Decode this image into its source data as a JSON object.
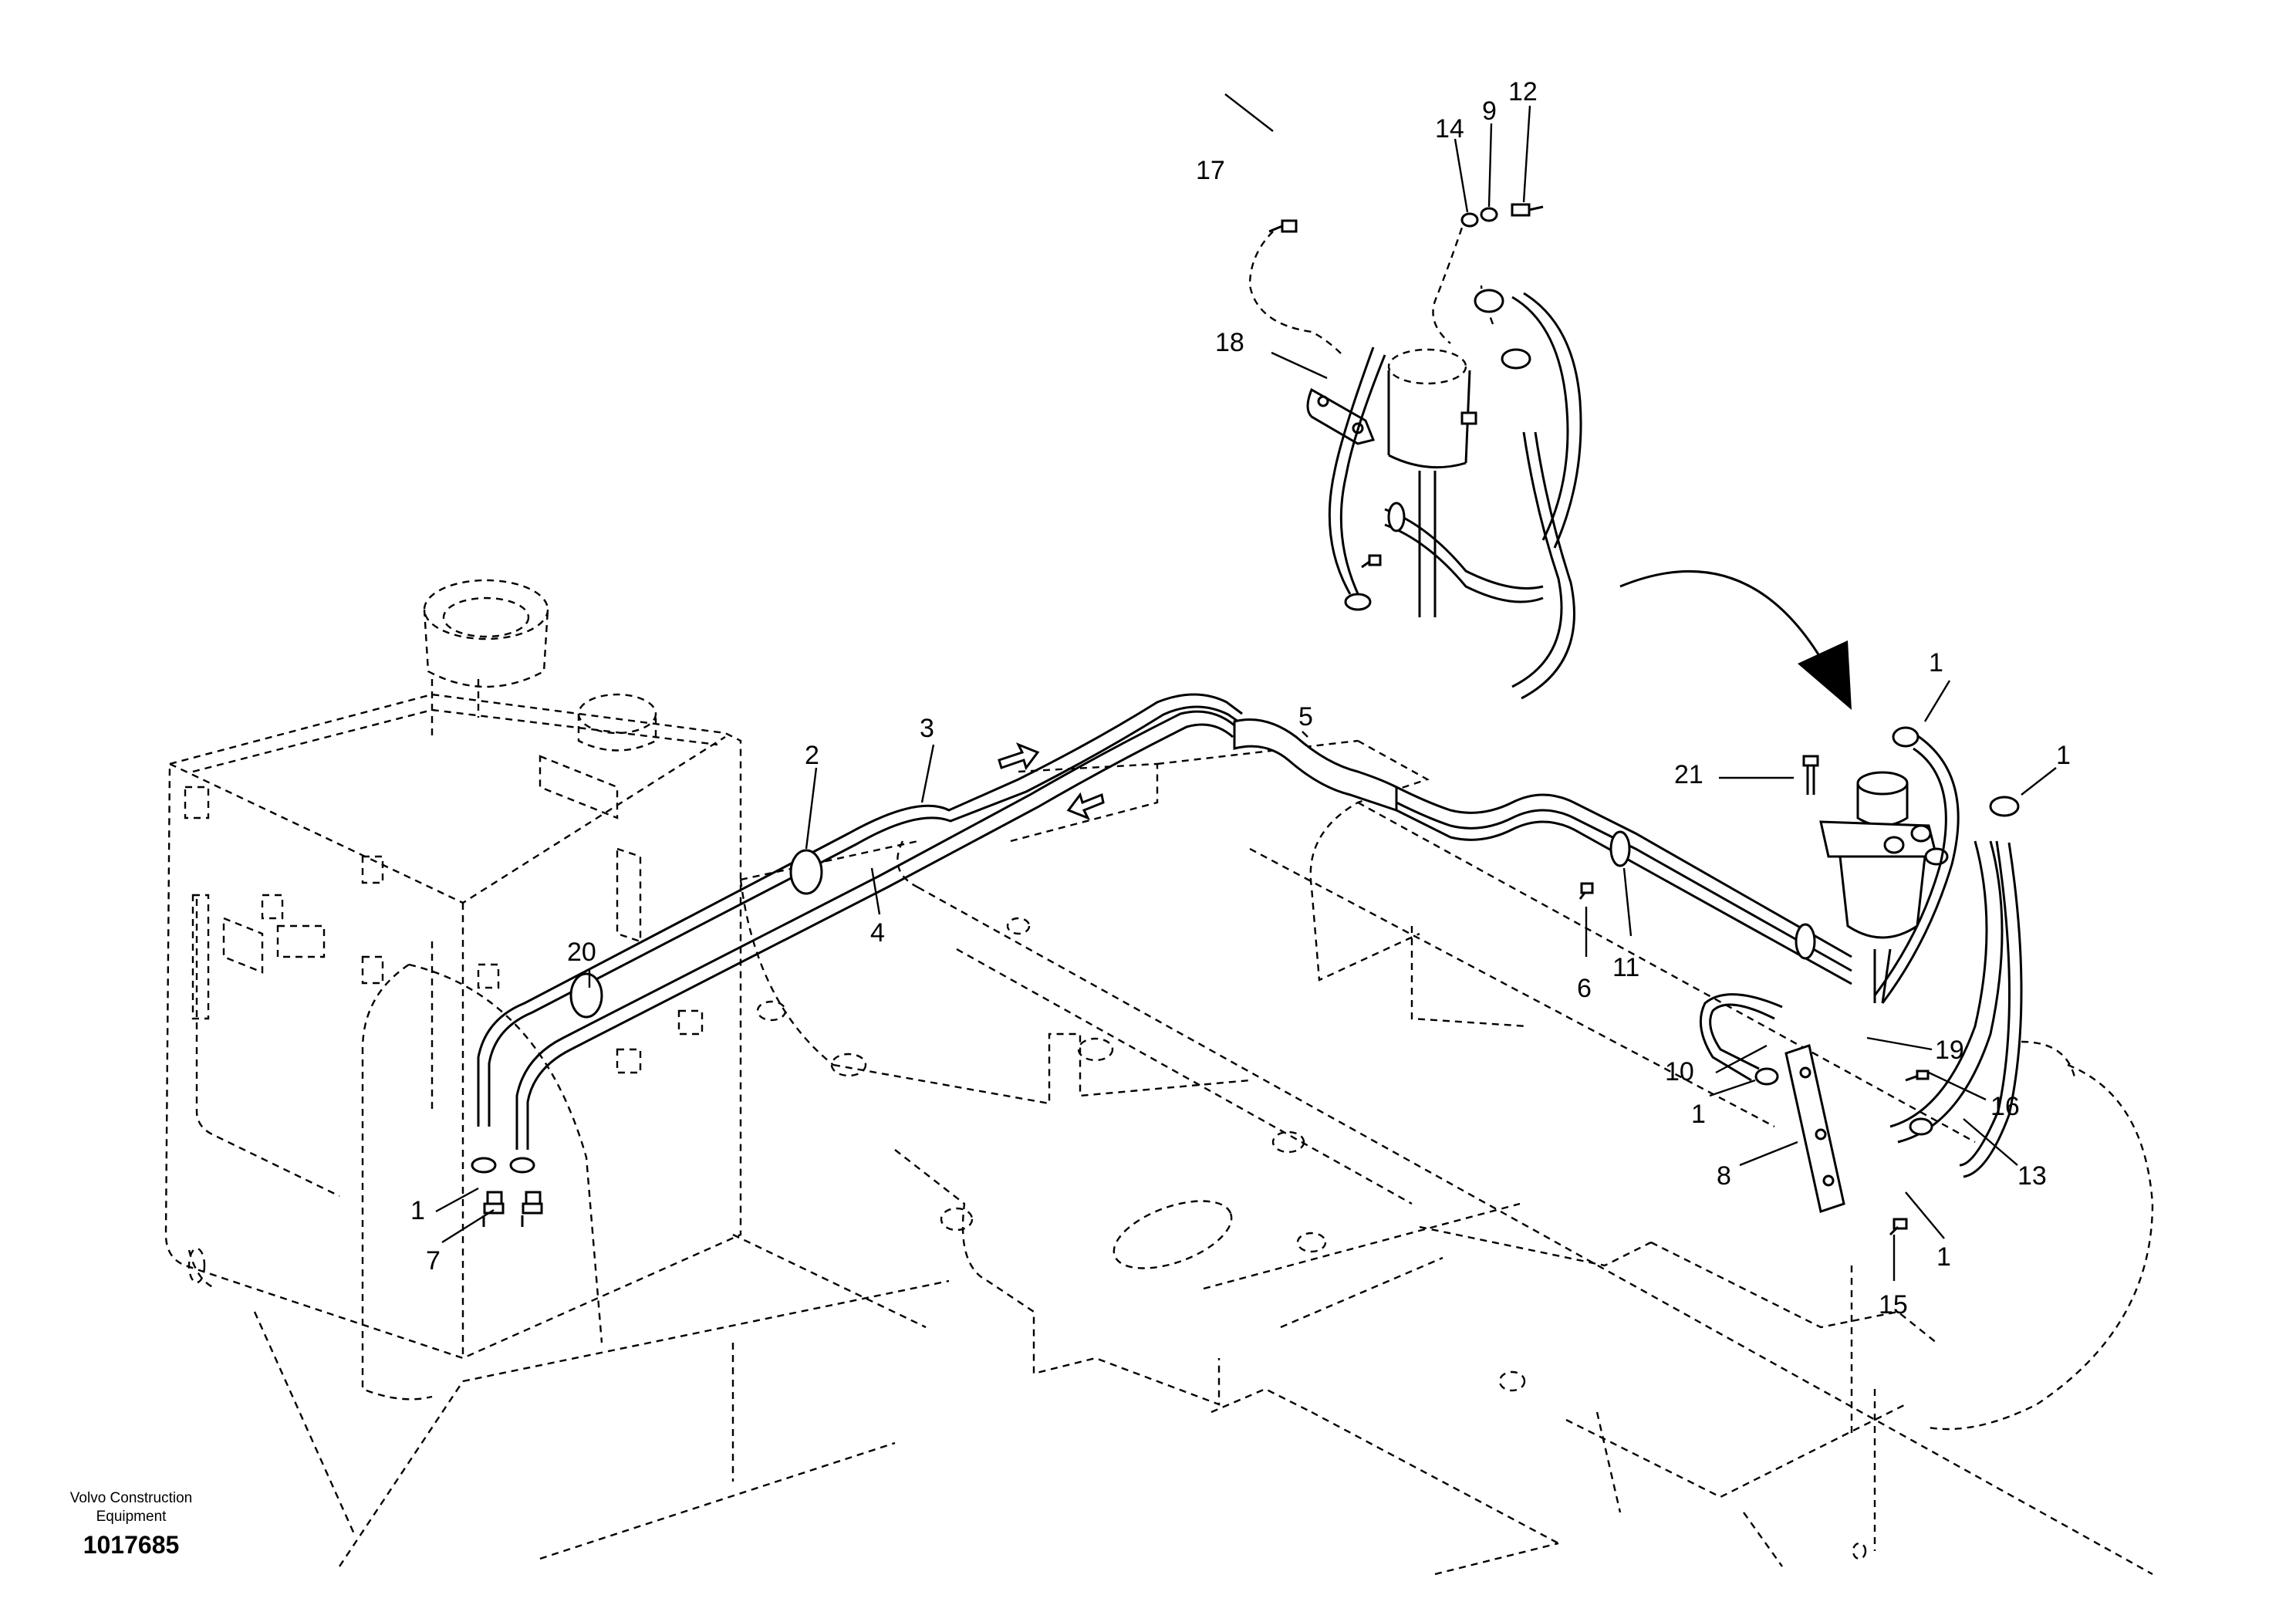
{
  "diagram": {
    "brand_line1": "Volvo Construction",
    "brand_line2": "Equipment",
    "doc_number": "1017685",
    "part_labels": {
      "p1a": "1",
      "p1b": "1",
      "p1c": "1",
      "p1d": "1",
      "p1e": "1",
      "p2": "2",
      "p3": "3",
      "p4": "4",
      "p5": "5",
      "p6": "6",
      "p7": "7",
      "p8": "8",
      "p9": "9",
      "p10": "10",
      "p11": "11",
      "p12": "12",
      "p13": "13",
      "p14": "14",
      "p15": "15",
      "p16": "16",
      "p17": "17",
      "p18": "18",
      "p19": "19",
      "p20": "20",
      "p21": "21"
    }
  }
}
